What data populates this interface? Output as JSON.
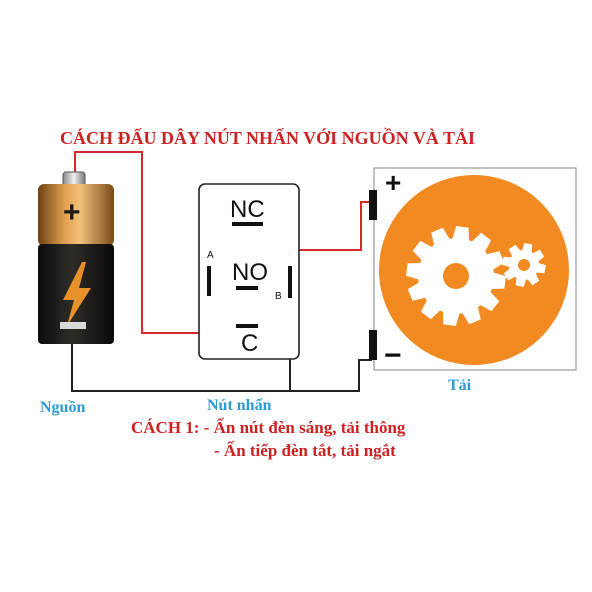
{
  "title": "CÁCH ĐẤU DÂY NÚT NHẤN VỚI NGUỒN VÀ TẢI",
  "labels": {
    "source": "Nguồn",
    "button": "Nút nhấn",
    "load": "Tải"
  },
  "switch_terminals": {
    "nc": "NC",
    "no": "NO",
    "c": "C",
    "a": "A",
    "b": "B"
  },
  "battery": {
    "plus_sign": "+",
    "body_color": "#1c1a17",
    "cap_color": "#b9782c"
  },
  "load": {
    "plus_sign": "+",
    "minus_sign": "−",
    "disc_color": "#f28a22"
  },
  "method": {
    "line1": "CÁCH 1: - Ấn nút đèn sáng, tải thông",
    "line2": "- Ấn tiếp đèn tắt, tải ngắt"
  },
  "colors": {
    "wire_red": "#d42a2a",
    "wire_black": "#222222",
    "title_red": "#cc2222",
    "label_blue": "#2a9bd6"
  }
}
